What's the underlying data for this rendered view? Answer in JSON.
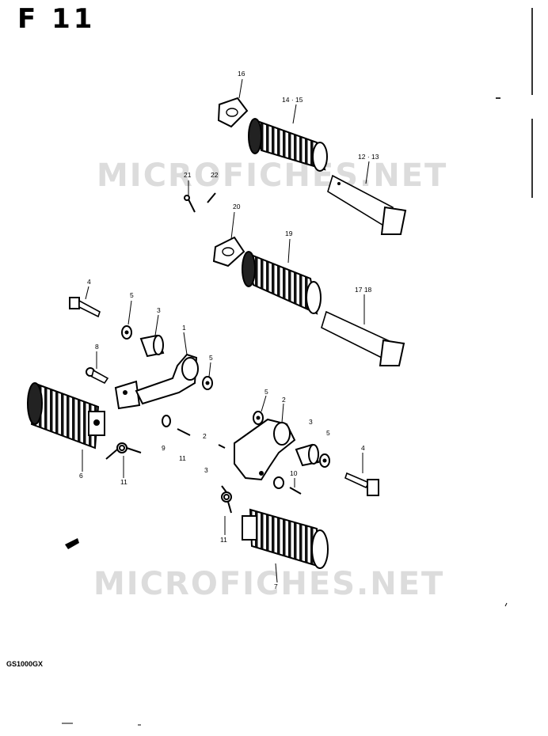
{
  "page": {
    "heading": "F 11",
    "model": "GS1000GX",
    "watermark": "MICROFICHES.NET"
  },
  "callouts": {
    "c16": "16",
    "c14_15": "14 · 15",
    "c12_13": "12 · 13",
    "c21": "21",
    "c22": "22",
    "c20": "20",
    "c19": "19",
    "c17_18": "17  18",
    "c4a": "4",
    "c5a": "5",
    "c3a": "3",
    "c1": "1",
    "c8": "8",
    "c5b": "5",
    "c6": "6",
    "c11a": "11",
    "c9": "9",
    "c11b": "11",
    "c2b": "2",
    "c3b": "3",
    "c5c": "5",
    "c2a": "2",
    "c3c": "3",
    "c5d": "5",
    "c10": "10",
    "c4b": "4",
    "c11c": "11",
    "c7": "7"
  },
  "icons": {
    "footrest_rubber": "footrest-rubber-icon",
    "footrest_pin": "footrest-pin-icon",
    "bracket": "footrest-bracket-icon",
    "spring": "spring-icon",
    "bolt": "bolt-icon",
    "washer": "washer-icon",
    "plate": "plate-icon"
  },
  "colors": {
    "ink": "#000000",
    "paper": "#ffffff",
    "watermark": "#dcdcdc"
  }
}
